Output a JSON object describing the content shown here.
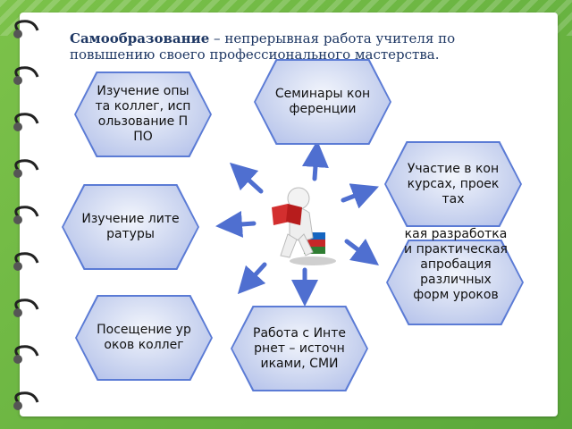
{
  "header": {
    "term": "Самообразование",
    "definition": " – непрерывная работа учителя по повышению своего профессионального мастерства."
  },
  "nodes": {
    "seminars": "Семинары конференции",
    "colleagues_experience": "Изучение опыта коллег, использование ППО",
    "contests": "Участие в конкурсах, проектах",
    "literature": "Изучение литературы",
    "lesson_forms": "кая разработка и практическая апробация различных форм уроков",
    "visiting_lessons": "Посещение уроков коллег",
    "internet": "Работа с Интернет – источниками, СМИ"
  },
  "colors": {
    "background": "#6bb443",
    "arrow": "#4f6fd0",
    "hex_border": "#5b7bd5",
    "header_text": "#1f3864"
  }
}
